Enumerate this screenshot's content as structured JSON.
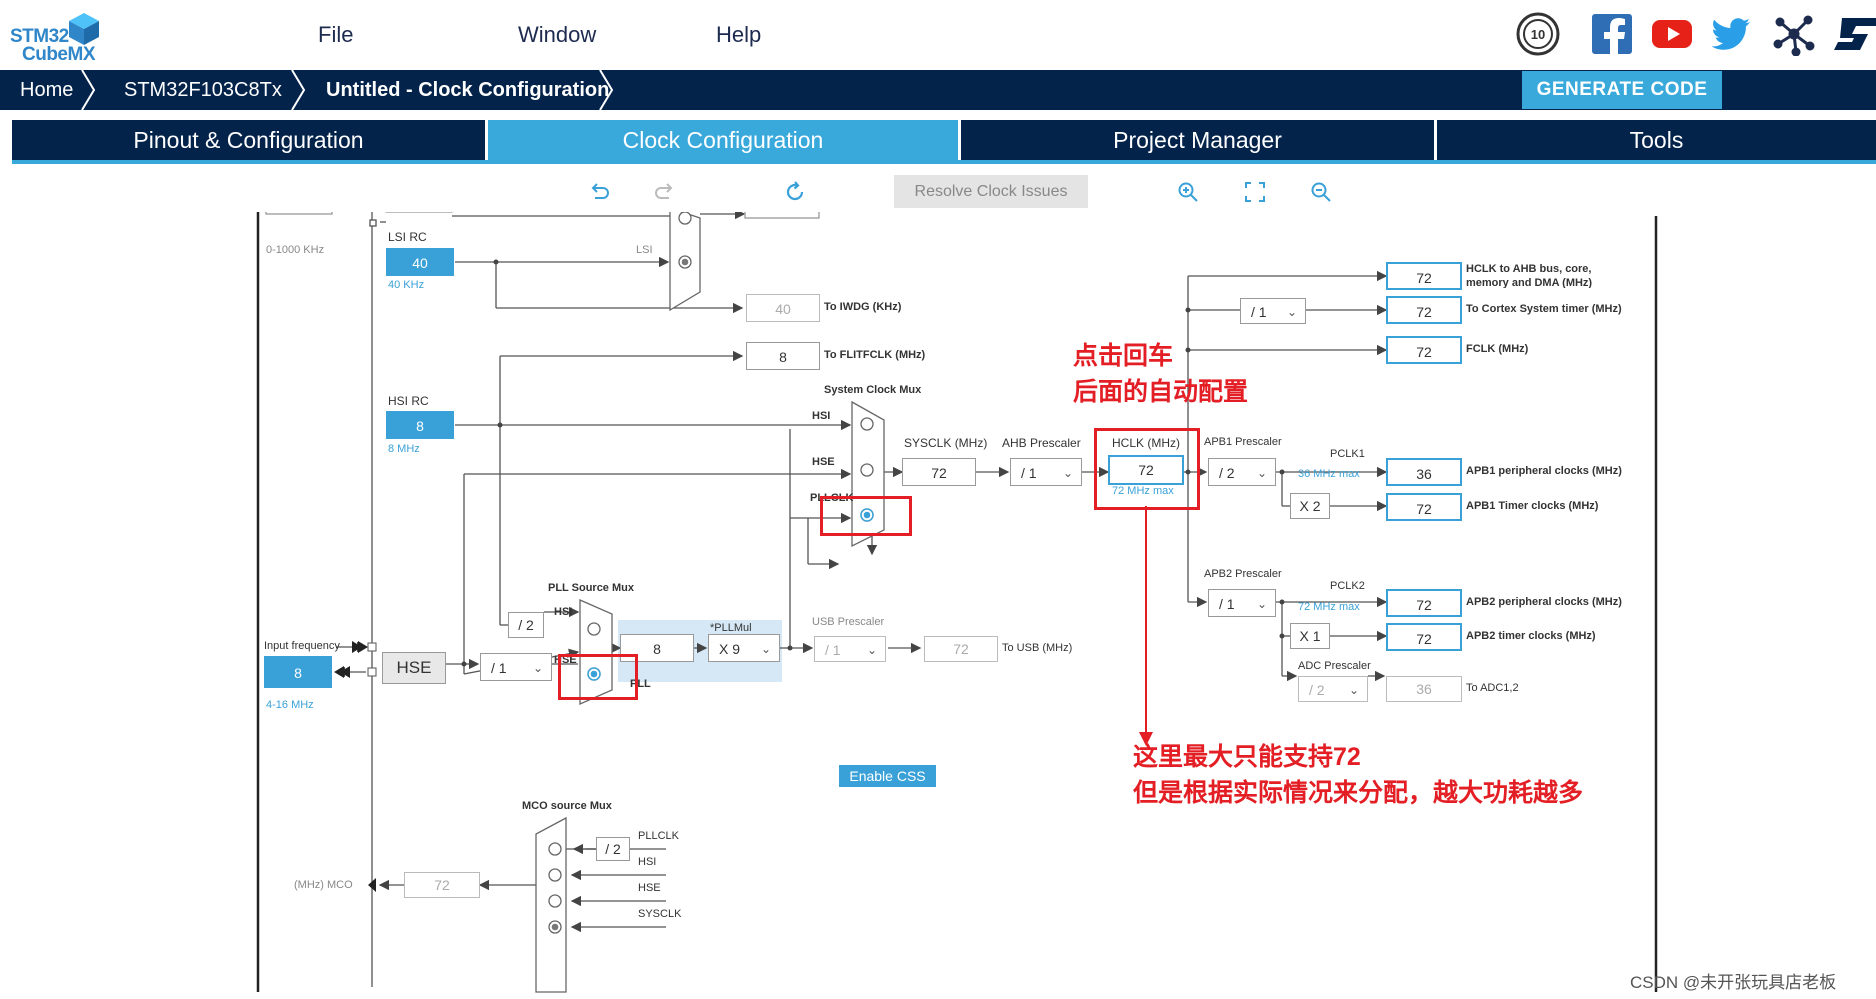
{
  "header": {
    "logo": {
      "line1": "STM32",
      "line2": "CubeMX"
    },
    "menu": [
      "File",
      "Window",
      "Help"
    ]
  },
  "breadcrumb": [
    "Home",
    "STM32F103C8Tx",
    "Untitled - Clock Configuration"
  ],
  "generate_label": "GENERATE CODE",
  "tabs": [
    "Pinout & Configuration",
    "Clock Configuration",
    "Project Manager",
    "Tools"
  ],
  "toolbar": {
    "resolve_label": "Resolve Clock Issues"
  },
  "colors": {
    "navy": "#03234b",
    "accent": "#39a9dc",
    "annotation": "#e31e24"
  },
  "clock": {
    "lsi_range": "0-1000 KHz",
    "lsi_rc_title": "LSI RC",
    "lsi_value": "40",
    "lsi_khz": "40 KHz",
    "lsi_mux_label": "LSI",
    "iwdg_value": "40",
    "iwdg_label": "To IWDG (KHz)",
    "flit_value": "8",
    "flit_label": "To FLITFCLK (MHz)",
    "hsi_rc_title": "HSI RC",
    "hsi_value": "8",
    "hsi_mhz": "8 MHz",
    "sys_mux_title": "System Clock Mux",
    "sys_mux_hsi": "HSI",
    "sys_mux_hse": "HSE",
    "sys_mux_pll": "PLLCLK",
    "enable_css": "Enable CSS",
    "sysclk_title": "SYSCLK (MHz)",
    "sysclk_value": "72",
    "ahb_title": "AHB Prescaler",
    "ahb_value": "/ 1",
    "hclk_title": "HCLK (MHz)",
    "hclk_value": "72",
    "hclk_max": "72 MHz max",
    "out_hclk_value": "72",
    "out_hclk_label_1": "HCLK to AHB bus, core,",
    "out_hclk_label_2": "memory and DMA (MHz)",
    "cortex_div": "/ 1",
    "out_cortex_value": "72",
    "out_cortex_label": "To Cortex System timer (MHz)",
    "out_fclk_value": "72",
    "out_fclk_label": "FCLK (MHz)",
    "apb1_title": "APB1 Prescaler",
    "apb1_value": "/ 2",
    "pclk1_title": "PCLK1",
    "pclk1_max": "36 MHz max",
    "out_apb1p_value": "36",
    "out_apb1p_label": "APB1 peripheral clocks (MHz)",
    "apb1_timer_mul": "X 2",
    "out_apb1t_value": "72",
    "out_apb1t_label": "APB1 Timer clocks (MHz)",
    "apb2_title": "APB2 Prescaler",
    "apb2_value": "/ 1",
    "pclk2_title": "PCLK2",
    "pclk2_max": "72 MHz max",
    "out_apb2p_value": "72",
    "out_apb2p_label": "APB2 peripheral clocks (MHz)",
    "apb2_timer_mul": "X 1",
    "out_apb2t_value": "72",
    "out_apb2t_label": "APB2 timer clocks (MHz)",
    "adc_title": "ADC Prescaler",
    "adc_value": "/ 2",
    "out_adc_value": "36",
    "out_adc_label": "To ADC1,2",
    "pll_src_title": "PLL Source Mux",
    "pll_hsi_div": "/ 2",
    "pll_src_hsi": "HSI",
    "pll_src_hse": "HSE",
    "pll_label": "PLL",
    "pll_in_value": "8",
    "pllmul_title": "*PLLMul",
    "pllmul_value": "X 9",
    "usb_title": "USB Prescaler",
    "usb_value": "/ 1",
    "usb_out_value": "72",
    "usb_label": "To USB (MHz)",
    "input_freq_title": "Input frequency",
    "input_freq_value": "8",
    "input_freq_range": "4-16 MHz",
    "hse_label": "HSE",
    "hse_div": "/ 1",
    "mco_title": "MCO source Mux",
    "mco_pll_div": "/ 2",
    "mco_pllclk": "PLLCLK",
    "mco_hsi": "HSI",
    "mco_hse": "HSE",
    "mco_sysclk": "SYSCLK",
    "mco_value": "72",
    "mco_label": "(MHz) MCO"
  },
  "annotations": {
    "note1_line1": "点击回车",
    "note1_line2": "后面的自动配置",
    "note2_line1": "这里最大只能支持72",
    "note2_line2": "但是根据实际情况来分配，越大功耗越多"
  },
  "watermark": "CSDN @未开张玩具店老板"
}
